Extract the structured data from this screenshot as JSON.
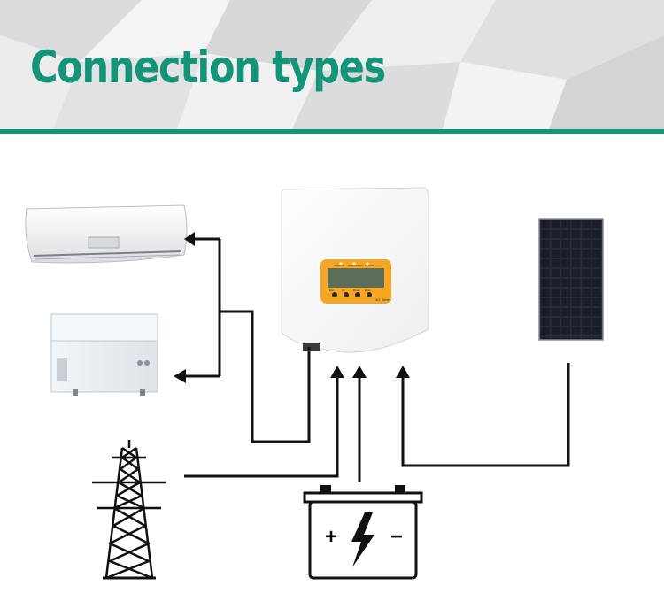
{
  "header": {
    "title": "Connection types"
  },
  "colors": {
    "accent": "#13957a",
    "line": "#000000",
    "display_bezel": "#f5a623",
    "lcd": "#5b6e5a",
    "panel_cell": "#1d1f2a"
  },
  "inverter": {
    "screen_labels": [
      "POWER",
      "OPERATION",
      "ALARM"
    ],
    "button_labels": [
      "Esc",
      "Up",
      "Down",
      "Enter"
    ],
    "series_label": "4G Series"
  },
  "battery": {
    "plus": "+",
    "minus": "−"
  }
}
